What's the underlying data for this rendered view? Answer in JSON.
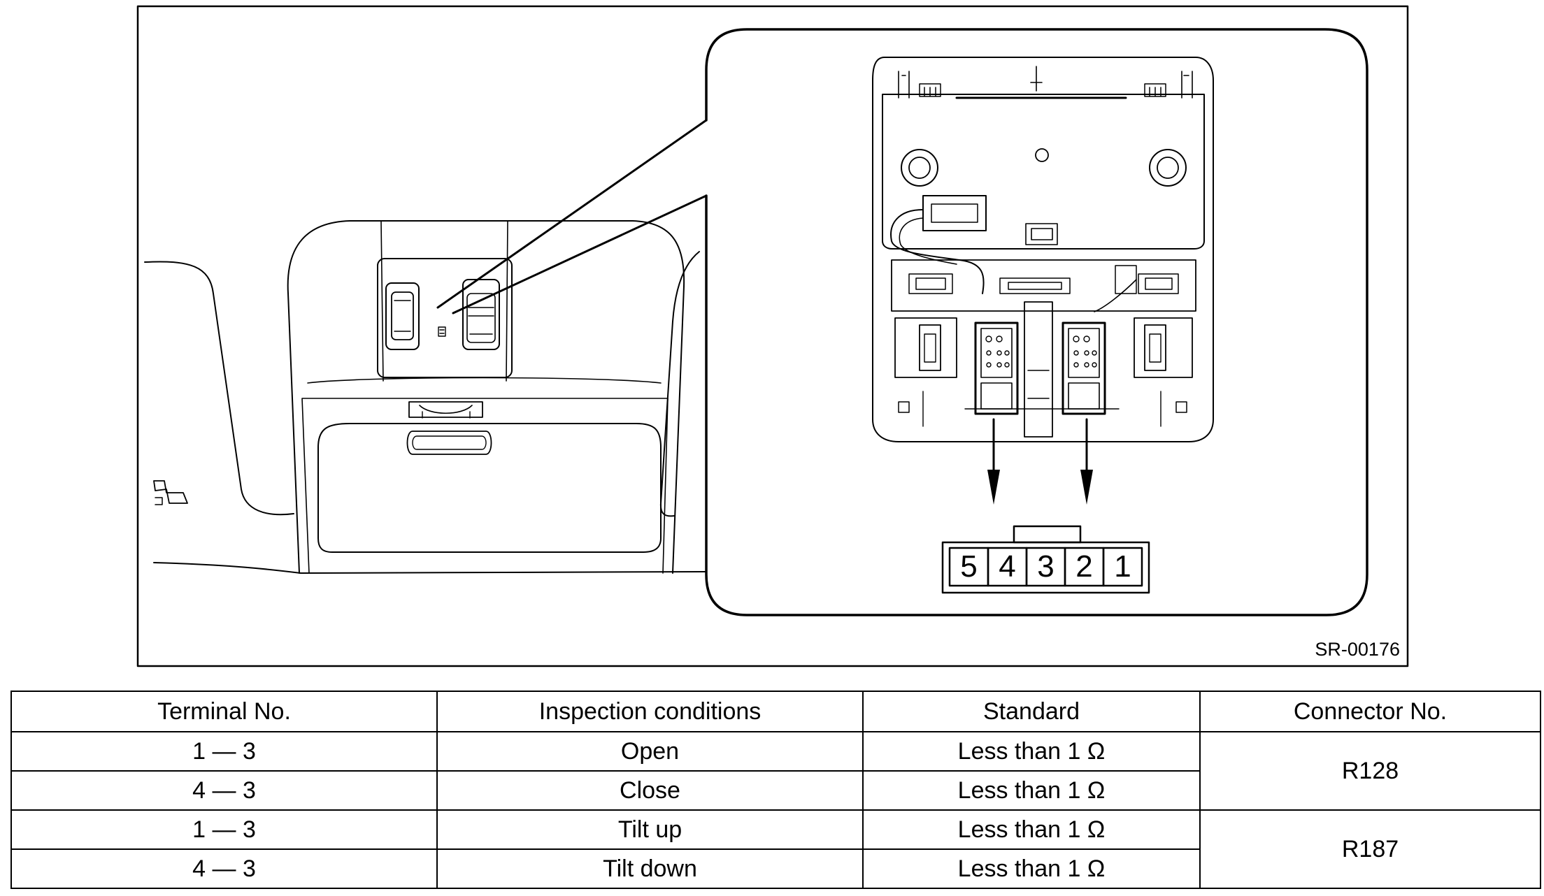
{
  "figure": {
    "code": "SR-00176",
    "connector_pins": [
      "5",
      "4",
      "3",
      "2",
      "1"
    ]
  },
  "table": {
    "headers": [
      "Terminal No.",
      "Inspection conditions",
      "Standard",
      "Connector No."
    ],
    "rows": [
      {
        "terminal": "1 — 3",
        "condition": "Open",
        "standard": "Less than 1 Ω"
      },
      {
        "terminal": "4 — 3",
        "condition": "Close",
        "standard": "Less than 1 Ω"
      },
      {
        "terminal": "1 — 3",
        "condition": "Tilt up",
        "standard": "Less than 1 Ω"
      },
      {
        "terminal": "4 — 3",
        "condition": "Tilt down",
        "standard": "Less than 1 Ω"
      }
    ],
    "connectors": [
      "R128",
      "R187"
    ]
  }
}
